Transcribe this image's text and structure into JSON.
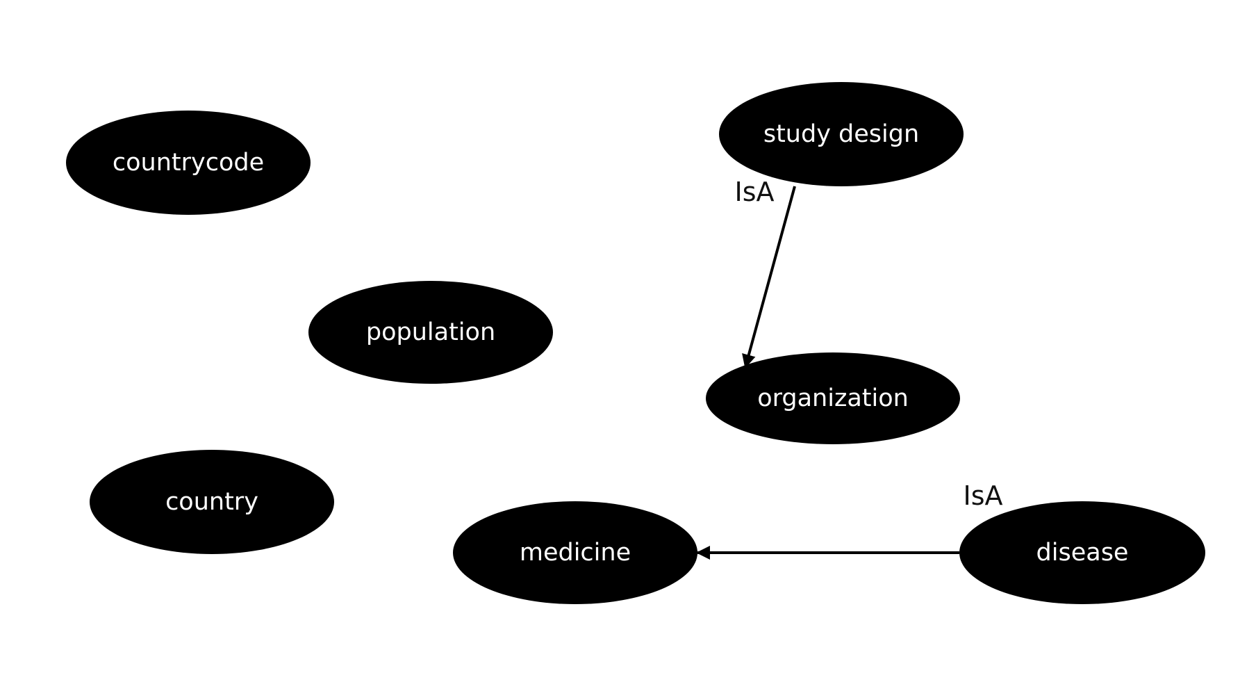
{
  "colors": {
    "background": "#ffffff",
    "node_fill": "#000000",
    "node_text": "#ffffff",
    "edge": "#000000",
    "edge_label": "#111111"
  },
  "nodes": {
    "countrycode": {
      "label": "countrycode"
    },
    "population": {
      "label": "population"
    },
    "country": {
      "label": "country"
    },
    "study_design": {
      "label": "study design"
    },
    "organization": {
      "label": "organization"
    },
    "medicine": {
      "label": "medicine"
    },
    "disease": {
      "label": "disease"
    }
  },
  "edges": [
    {
      "from": "study design",
      "to": "organization",
      "label": "IsA"
    },
    {
      "from": "disease",
      "to": "medicine",
      "label": "IsA"
    }
  ]
}
